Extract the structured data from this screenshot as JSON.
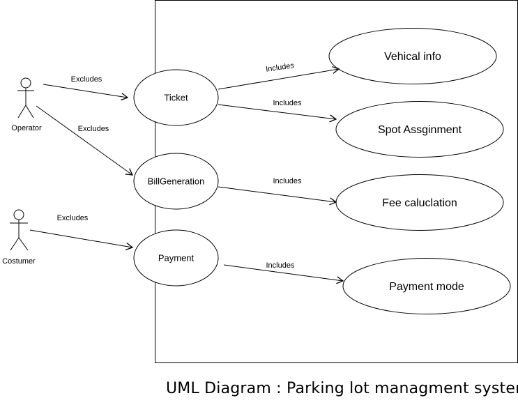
{
  "actors": {
    "operator": "Operator",
    "customer": "Costumer"
  },
  "use_cases": {
    "ticket": "Ticket",
    "bill_generation": "BillGeneration",
    "payment": "Payment",
    "vehical_info": "Vehical info",
    "spot_assignment": "Spot Assginment",
    "fee_calculation": "Fee caluclation",
    "payment_mode": "Payment mode"
  },
  "relations": {
    "operator_ticket": "Excludes",
    "operator_bill": "Excludes",
    "customer_payment": "Excludes",
    "ticket_vehical": "Includes",
    "ticket_spot": "Includes",
    "bill_fee": "Includes",
    "payment_mode": "Includes"
  },
  "caption": "UML Diagram : Parking lot managment system"
}
